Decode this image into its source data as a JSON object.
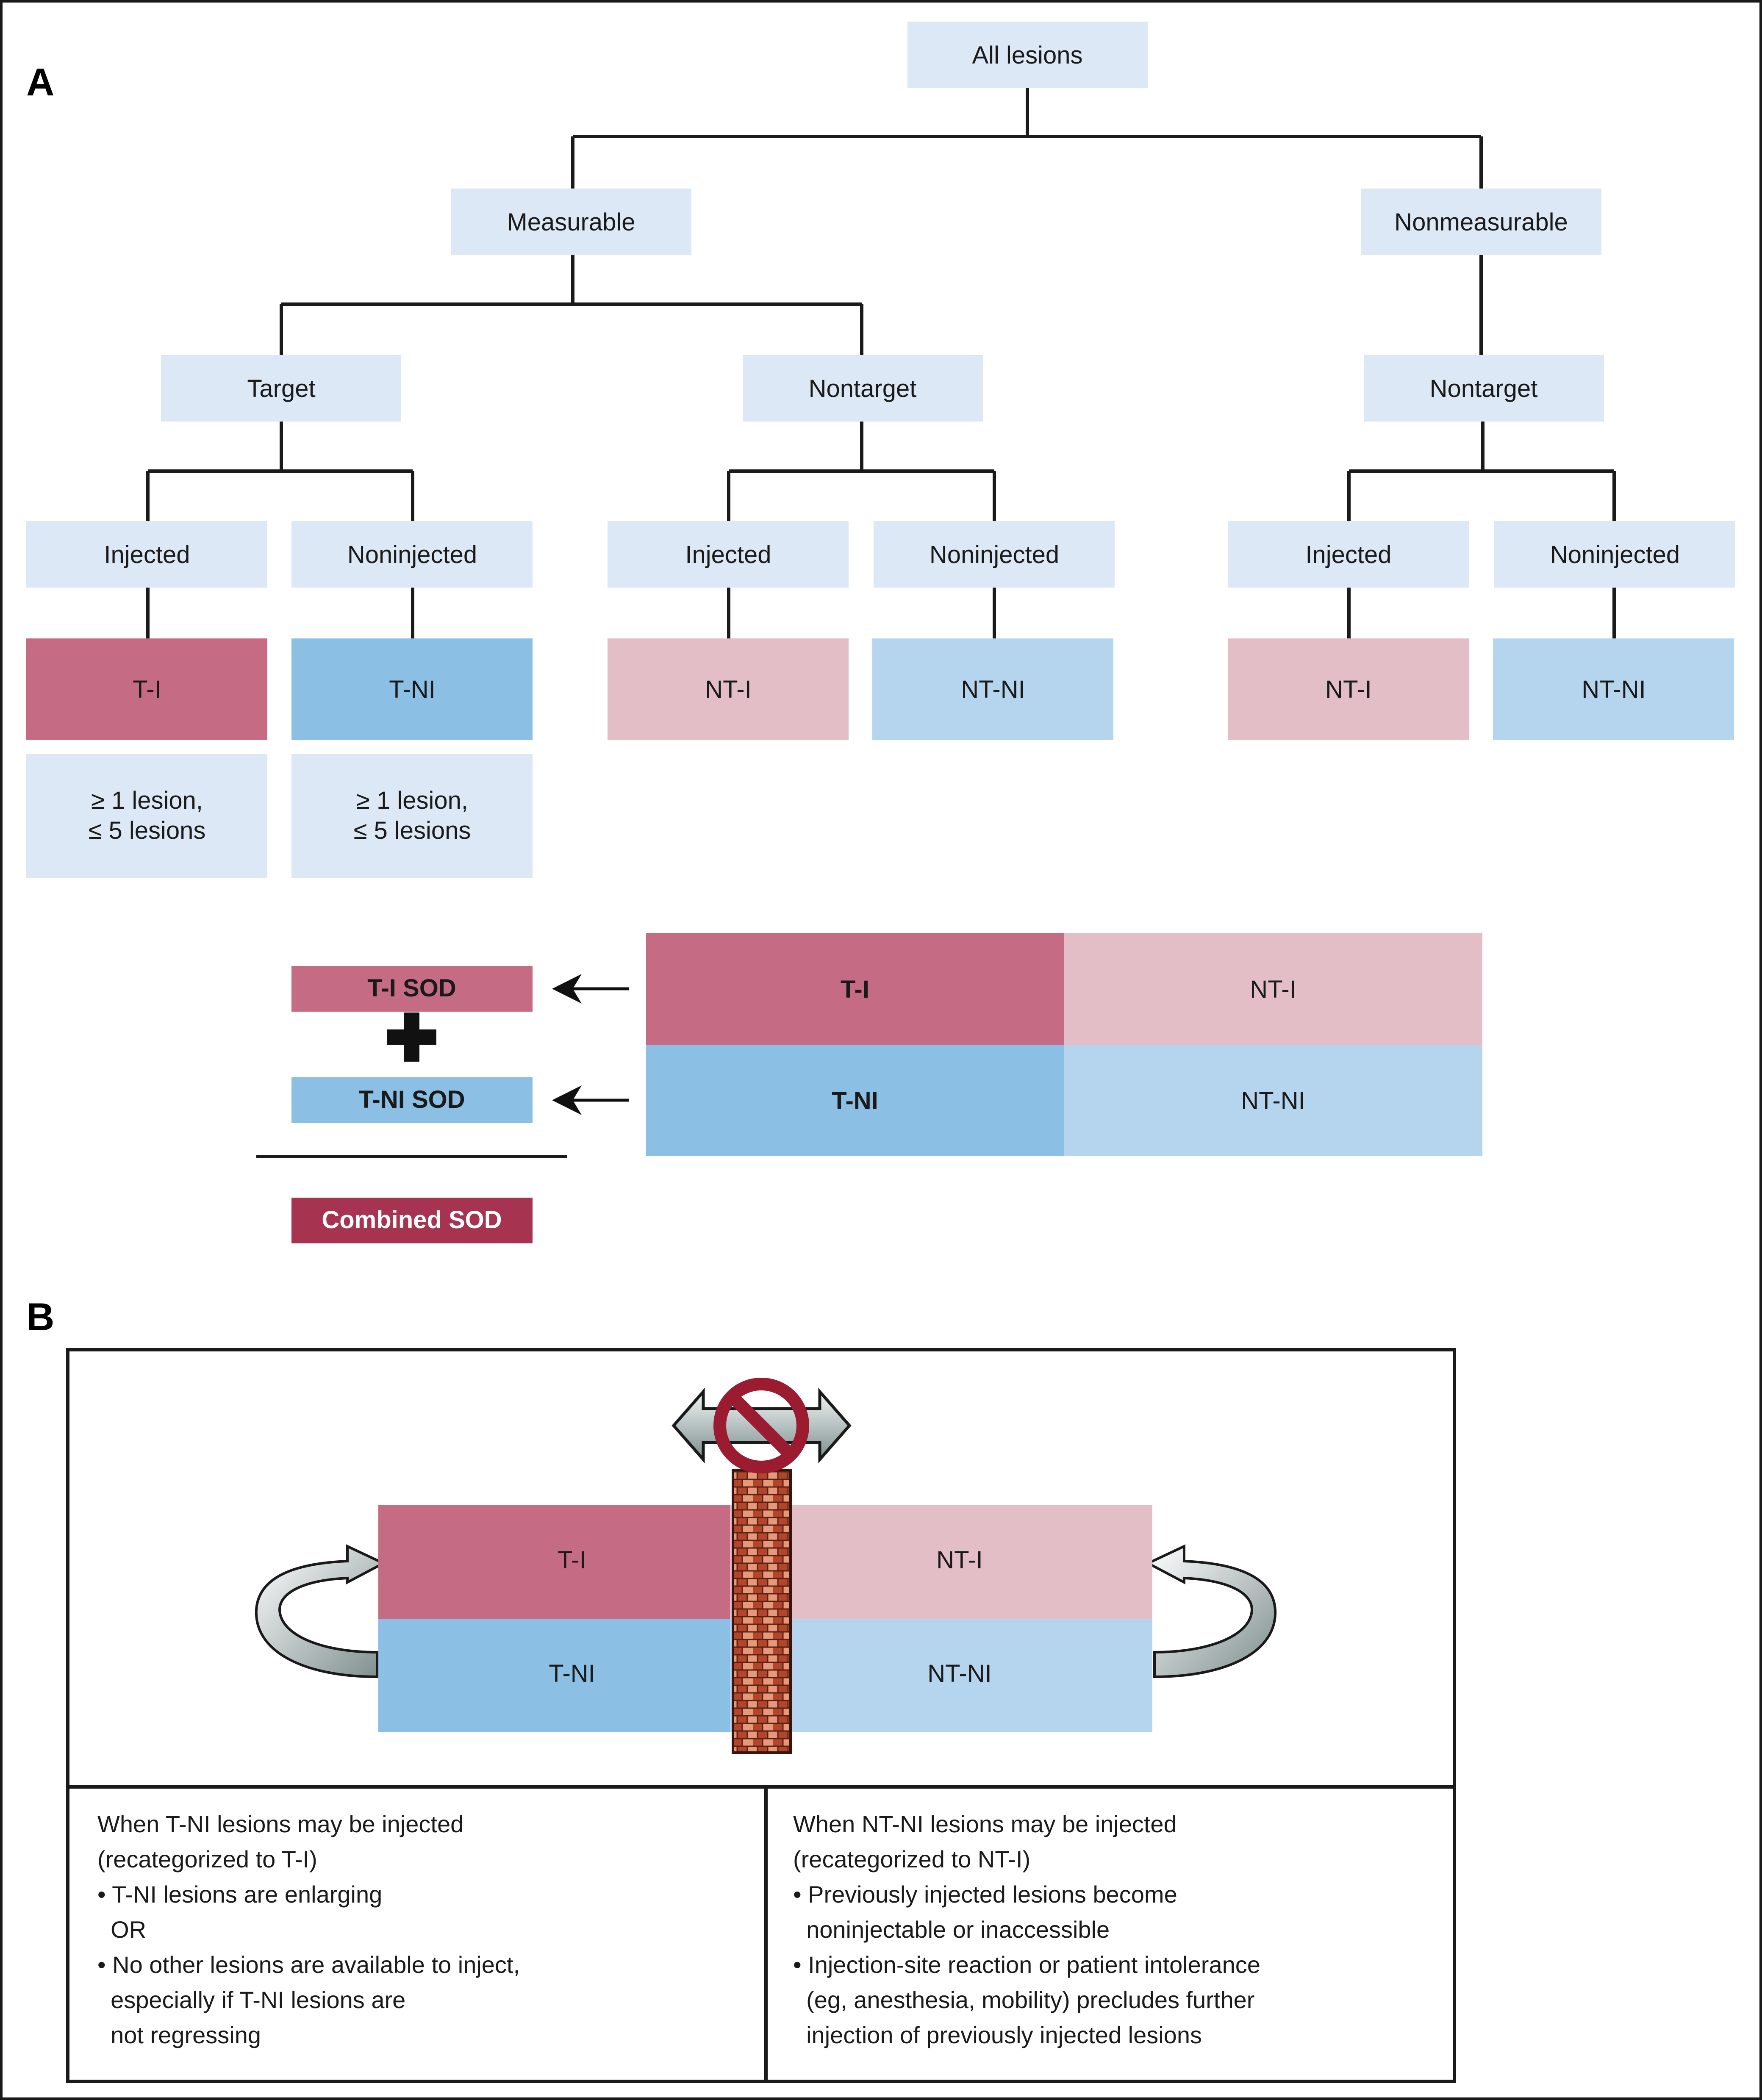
{
  "panel_a": {
    "label": "A",
    "tree": {
      "root": "All lesions",
      "measurable": "Measurable",
      "nonmeasurable": "Nonmeasurable",
      "target": "Target",
      "nontarget_measurable": "Nontarget",
      "nontarget_nonmeasurable": "Nontarget",
      "injected": "Injected",
      "noninjected": "Noninjected",
      "t_i": "T-I",
      "t_ni": "T-NI",
      "nt_i": "NT-I",
      "nt_ni": "NT-NI",
      "limit_line1": "≥ 1 lesion,",
      "limit_line2": "≤ 5 lesions"
    },
    "sod": {
      "t_i_sod": "T-I SOD",
      "t_ni_sod": "T-NI SOD",
      "combined_sod": "Combined SOD",
      "grid": {
        "t_i": "T-I",
        "nt_i": "NT-I",
        "t_ni": "T-NI",
        "nt_ni": "NT-NI"
      }
    }
  },
  "panel_b": {
    "label": "B",
    "grid": {
      "t_i": "T-I",
      "nt_i": "NT-I",
      "t_ni": "T-NI",
      "nt_ni": "NT-NI"
    },
    "left_criteria": {
      "lines": [
        "When T-NI lesions may be injected",
        "(recategorized to T-I)",
        "• T-NI lesions are enlarging",
        "  OR",
        "• No other lesions are available to inject,",
        "  especially if T-NI lesions are",
        "  not regressing"
      ]
    },
    "right_criteria": {
      "lines": [
        "When NT-NI lesions may be injected",
        "(recategorized to NT-I)",
        "• Previously injected lesions become",
        "  noninjectable or inaccessible",
        "• Injection-site reaction or patient intolerance",
        "  (eg, anesthesia, mobility) precludes further",
        "  injection of previously injected lesions"
      ]
    }
  },
  "colors": {
    "box_light": "#dde8f6",
    "t_i": "#c56b83",
    "t_ni": "#8bbfe3",
    "nt_i": "#e3bec6",
    "nt_ni": "#b5d5ef",
    "combined": "#a6334f",
    "no_sign": "#9b1b30",
    "brick": "#b2462a",
    "brick_light": "#e59978"
  }
}
